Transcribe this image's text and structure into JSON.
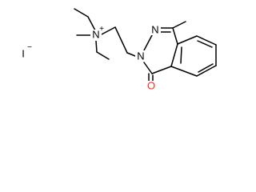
{
  "molecule": {
    "atoms": {
      "counterion": "I",
      "counterion_charge": "−",
      "ammonium_n": "N",
      "ammonium_charge": "+",
      "ring_n1": "N",
      "ring_n2": "N",
      "carbonyl_o": "O"
    }
  },
  "colors": {
    "bond": "#000000",
    "heteroatom_n": "#000000",
    "heteroatom_o": "#ff2a1a",
    "background": "#ffffff"
  }
}
